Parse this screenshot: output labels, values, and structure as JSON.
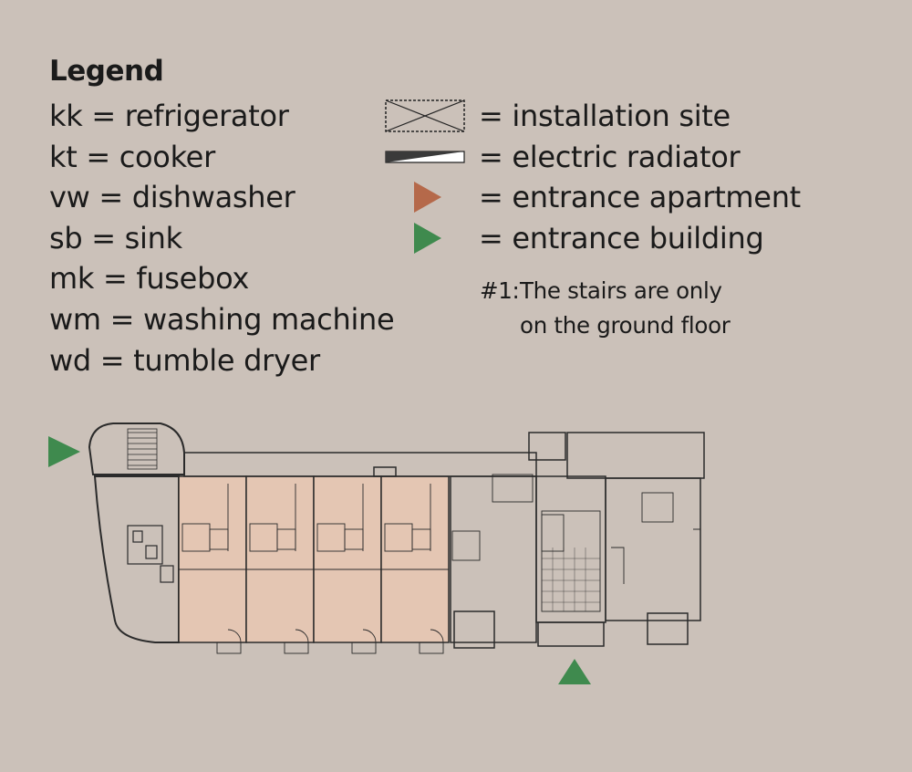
{
  "legend": {
    "title": "Legend",
    "abbreviations": [
      "kk = refrigerator",
      "kt = cooker",
      "vw = dishwasher",
      "sb = sink",
      "mk = fusebox",
      "wm = washing machine",
      "wd = tumble dryer"
    ],
    "symbols": [
      {
        "icon": "installation-site-icon",
        "label": "= installation site"
      },
      {
        "icon": "electric-radiator-icon",
        "label": "= electric radiator"
      },
      {
        "icon": "entrance-apartment-icon",
        "label": "= entrance apartment",
        "color": "#b5694a"
      },
      {
        "icon": "entrance-building-icon",
        "label": "= entrance building",
        "color": "#3f8a4e"
      }
    ],
    "note": {
      "label": "#1:",
      "line1": "The stairs are only",
      "line2": "on the ground floor"
    }
  },
  "colors": {
    "background": "#cbc1b9",
    "apartment_fill": "#e4c6b3",
    "entrance_apartment": "#b5694a",
    "entrance_building": "#3f8a4e",
    "wall": "#2b2b2b"
  }
}
